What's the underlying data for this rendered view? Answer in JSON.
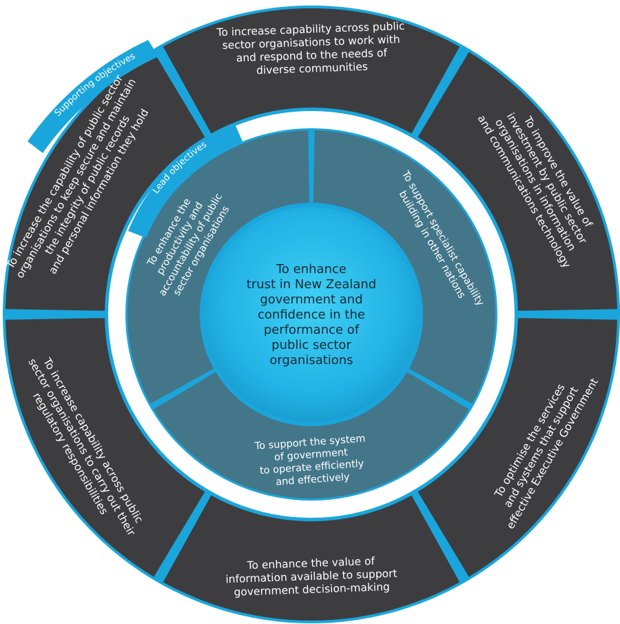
{
  "center": {
    "lines": [
      "To enhance",
      "trust in New Zealand",
      "government and",
      "confidence in the",
      "performance of",
      "public sector",
      "organisations"
    ]
  },
  "labels": {
    "supporting": "Supporting objectives",
    "lead": "Lead objectives"
  },
  "lead_objectives": [
    {
      "id": "productivity",
      "lines": [
        "To enhance the",
        "productivity and",
        "accountability of public",
        "sector organisations"
      ]
    },
    {
      "id": "specialist",
      "lines": [
        "To support specialist capability",
        "building in other nations"
      ]
    },
    {
      "id": "system",
      "lines": [
        "To support the system",
        "of government",
        "to operate efficiently",
        "and effectively"
      ]
    }
  ],
  "supporting_objectives": [
    {
      "id": "diverse-communities",
      "lines": [
        "To increase capability across public",
        "sector organisations to work with",
        "and respond to the needs of",
        "diverse communities"
      ]
    },
    {
      "id": "ict-investment",
      "lines": [
        "To improve the value of",
        "investment by public sector",
        "organisations in information",
        "and communications technology"
      ]
    },
    {
      "id": "executive-government",
      "lines": [
        "To optimise the services",
        "and systems that support",
        "effective Executive Government"
      ]
    },
    {
      "id": "information-value",
      "lines": [
        "To enhance the value of",
        "information available to support",
        "government decision-making"
      ]
    },
    {
      "id": "regulatory",
      "lines": [
        "To increase capability across public",
        "sector organisations to carry out their",
        "regulatory responsibilities"
      ]
    },
    {
      "id": "public-records",
      "lines": [
        "To increase the capability of public sector",
        "organisations to keep secure and maintain",
        "the integrity of public records",
        "and personal information they hold"
      ]
    }
  ],
  "colors": {
    "outer_ring": "#3d3d3f",
    "inner_ring": "#44768a",
    "accent_blue": "#1aa6dc",
    "center_blue": "#25b4e6",
    "divider": "#1aa6dc",
    "text_light": "#ffffff",
    "text_dark": "#1b2a33"
  }
}
